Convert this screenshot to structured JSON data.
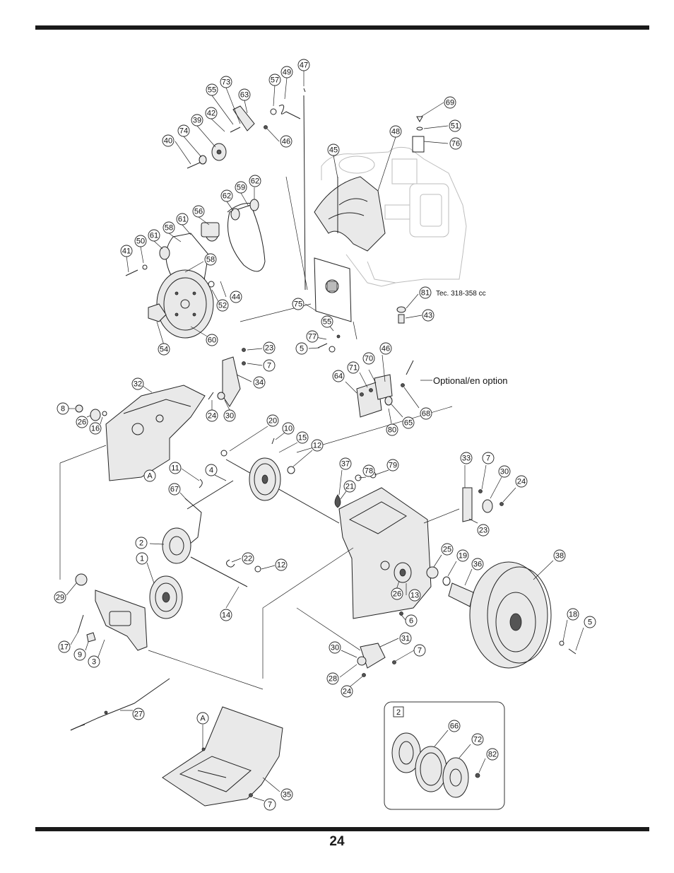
{
  "page_number": "24",
  "engine_note": "Tec. 318-358 cc",
  "optional_note": "Optional/en option",
  "detail_callout": "2",
  "reference_marks": [
    "A",
    "A"
  ],
  "callouts": [
    "47",
    "49",
    "57",
    "73",
    "63",
    "55",
    "42",
    "39",
    "74",
    "40",
    "46",
    "69",
    "51",
    "76",
    "48",
    "45",
    "62",
    "59",
    "62",
    "56",
    "61",
    "58",
    "61",
    "50",
    "41",
    "58",
    "44",
    "52",
    "60",
    "54",
    "75",
    "81",
    "43",
    "55",
    "77",
    "5",
    "23",
    "7",
    "34",
    "32",
    "8",
    "26",
    "16",
    "24",
    "30",
    "A",
    "20",
    "10",
    "15",
    "12",
    "46",
    "70",
    "71",
    "64",
    "68",
    "65",
    "80",
    "11",
    "4",
    "67",
    "37",
    "78",
    "79",
    "21",
    "33",
    "7",
    "30",
    "24",
    "23",
    "2",
    "1",
    "22",
    "12",
    "14",
    "29",
    "17",
    "9",
    "3",
    "25",
    "19",
    "36",
    "38",
    "26",
    "13",
    "6",
    "18",
    "5",
    "30",
    "31",
    "7",
    "28",
    "24",
    "27",
    "A",
    "35",
    "7",
    "66",
    "72",
    "82"
  ]
}
